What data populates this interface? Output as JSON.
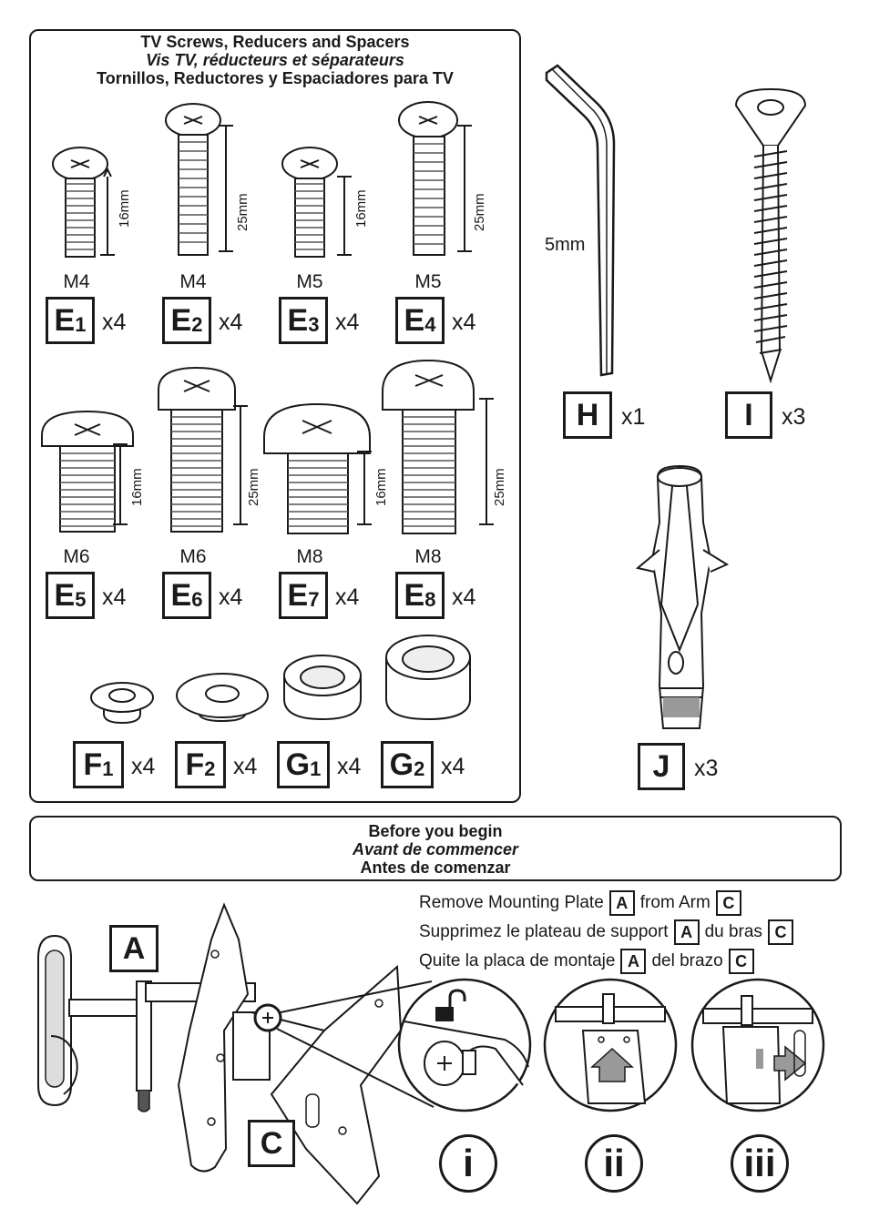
{
  "parts_header": {
    "line1": "TV Screws, Reducers and Spacers",
    "line2": "Vis TV, réducteurs et séparateurs",
    "line3": "Tornillos, Reductores y Espaciadores para TV"
  },
  "screws": [
    {
      "size": "M4",
      "length": "16mm",
      "id": "E",
      "sub": "1",
      "qty": "x4"
    },
    {
      "size": "M4",
      "length": "25mm",
      "id": "E",
      "sub": "2",
      "qty": "x4"
    },
    {
      "size": "M5",
      "length": "16mm",
      "id": "E",
      "sub": "3",
      "qty": "x4"
    },
    {
      "size": "M5",
      "length": "25mm",
      "id": "E",
      "sub": "4",
      "qty": "x4"
    },
    {
      "size": "M6",
      "length": "16mm",
      "id": "E",
      "sub": "5",
      "qty": "x4"
    },
    {
      "size": "M6",
      "length": "25mm",
      "id": "E",
      "sub": "6",
      "qty": "x4"
    },
    {
      "size": "M8",
      "length": "16mm",
      "id": "E",
      "sub": "7",
      "qty": "x4"
    },
    {
      "size": "M8",
      "length": "25mm",
      "id": "E",
      "sub": "8",
      "qty": "x4"
    }
  ],
  "spacers": [
    {
      "id": "F",
      "sub": "1",
      "qty": "x4"
    },
    {
      "id": "F",
      "sub": "2",
      "qty": "x4"
    },
    {
      "id": "G",
      "sub": "1",
      "qty": "x4"
    },
    {
      "id": "G",
      "sub": "2",
      "qty": "x4"
    }
  ],
  "hex_key": {
    "size": "5mm",
    "id": "H",
    "qty": "x1"
  },
  "wood_screw": {
    "id": "I",
    "qty": "x3"
  },
  "anchor": {
    "id": "J",
    "qty": "x3"
  },
  "before_header": {
    "line1": "Before you begin",
    "line2": "Avant de commencer",
    "line3": "Antes de comenzar"
  },
  "instructions": {
    "en": {
      "pre": "Remove Mounting Plate",
      "mid": "from Arm"
    },
    "fr": {
      "pre": "Supprimez le plateau de support",
      "mid": "du bras"
    },
    "es": {
      "pre": "Quite la placa de montaje",
      "mid": "del brazo"
    },
    "plate_id": "A",
    "arm_id": "C"
  },
  "diagram_labels": {
    "plate": "A",
    "arm": "C"
  },
  "steps": [
    "i",
    "ii",
    "iii"
  ]
}
